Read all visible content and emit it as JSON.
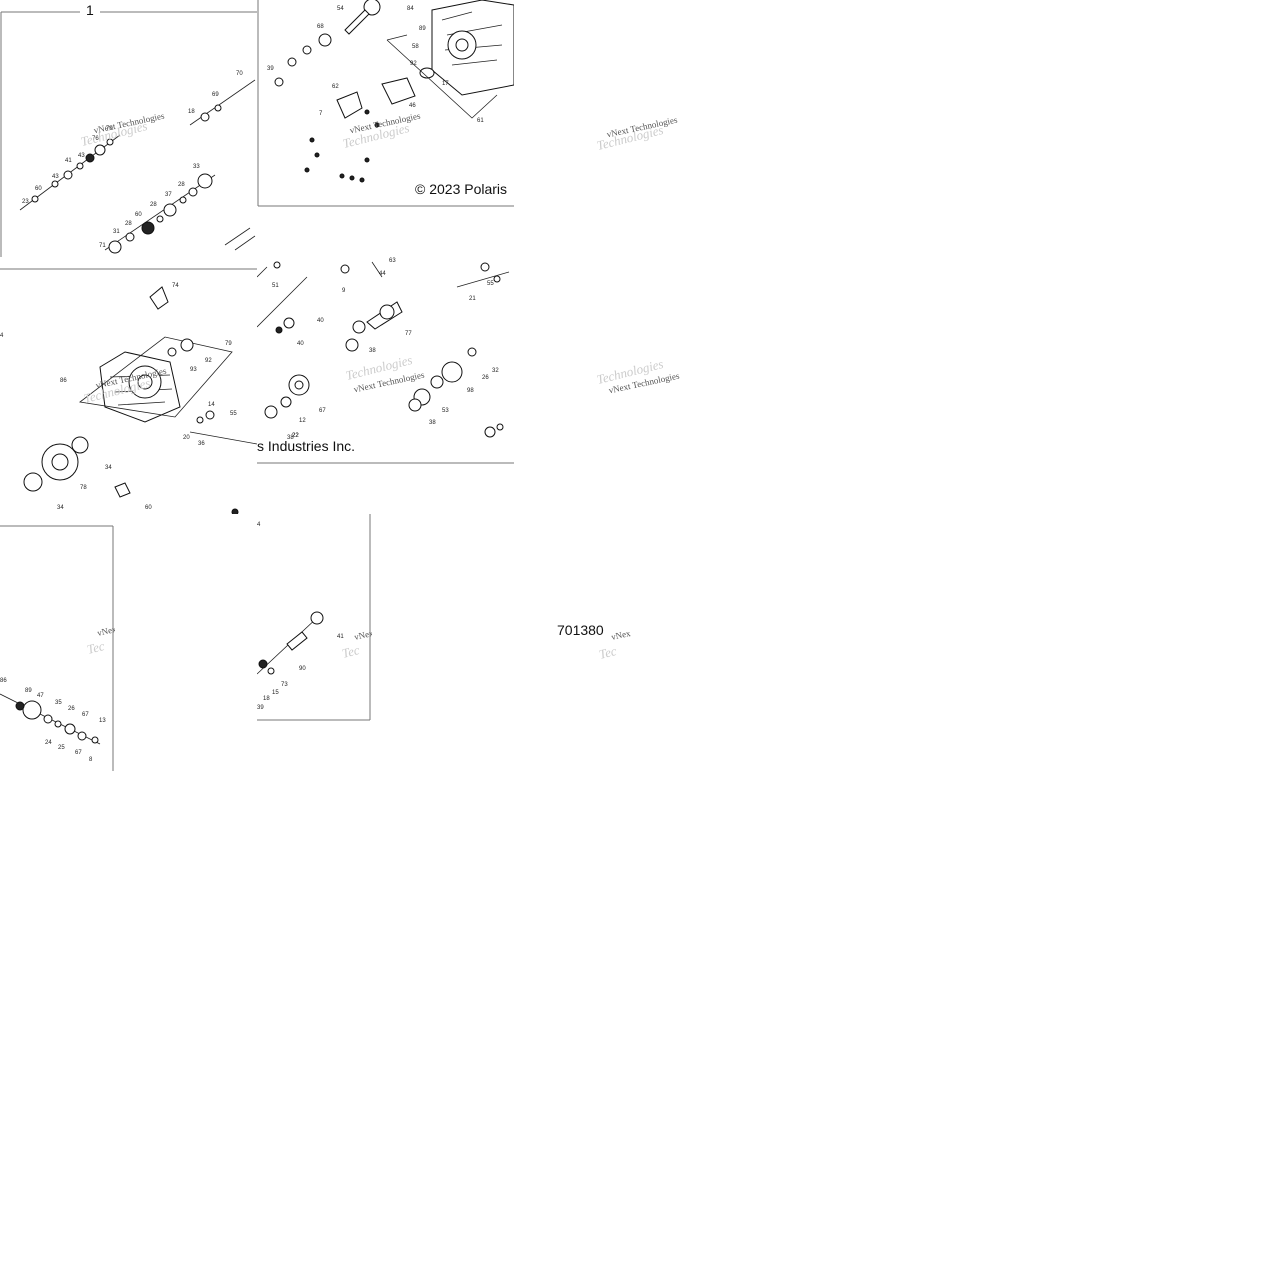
{
  "diagram": {
    "group_number": "1",
    "copyright": "© 2023 Polaris",
    "copyright_cont": "s Industries Inc.",
    "figure_id": "701380",
    "watermark": "vNext Technologies",
    "watermark_short": "vNex",
    "watermark_ghost": "Technologies",
    "watermark_ghost_short": "Tec"
  }
}
